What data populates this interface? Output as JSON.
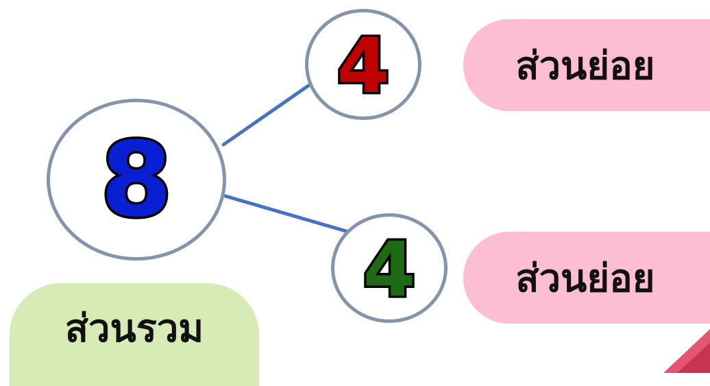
{
  "diagram": {
    "whole": {
      "value": "8",
      "color": "#0a1ed2",
      "label": "ส่วนรวม",
      "label_bg": "#d6ebb5"
    },
    "parts": [
      {
        "value": "4",
        "color": "#c00000",
        "label": "ส่วนย่อย",
        "label_bg": "#fdbdd3"
      },
      {
        "value": "4",
        "color": "#1e6b14",
        "label": "ส่วนย่อย",
        "label_bg": "#fdbdd3"
      }
    ],
    "connector_color": "#4472c4",
    "circle_border_color": "#8394ab"
  }
}
